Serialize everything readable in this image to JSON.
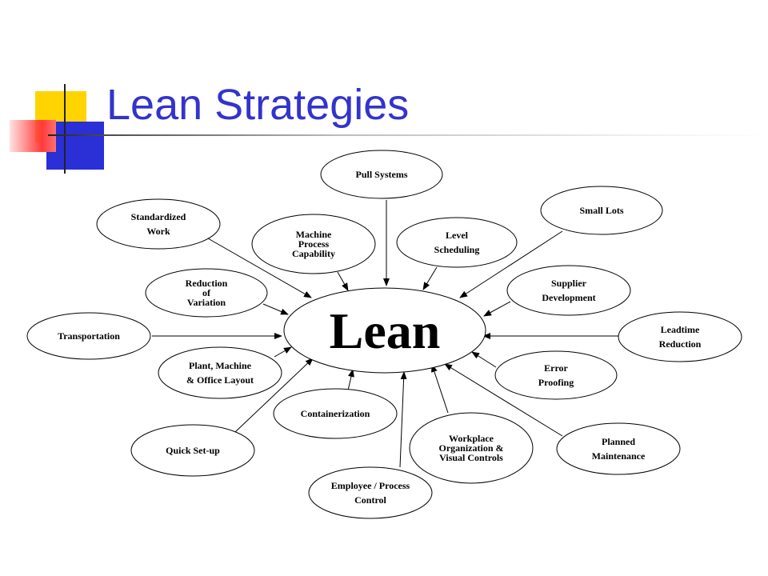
{
  "slide": {
    "title": "Lean Strategies"
  },
  "diagram": {
    "center": "Lean",
    "nodes": [
      {
        "id": "pull-systems",
        "lines": [
          "Pull Systems"
        ]
      },
      {
        "id": "small-lots",
        "lines": [
          "Small Lots"
        ]
      },
      {
        "id": "standardized-work",
        "lines": [
          "Standardized",
          "Work"
        ]
      },
      {
        "id": "machine-process-capability",
        "lines": [
          "Machine",
          "Process",
          "Capability"
        ]
      },
      {
        "id": "level-scheduling",
        "lines": [
          "Level",
          "Scheduling"
        ]
      },
      {
        "id": "supplier-development",
        "lines": [
          "Supplier",
          "Development"
        ]
      },
      {
        "id": "reduction-of-variation",
        "lines": [
          "Reduction",
          "of",
          "Variation"
        ]
      },
      {
        "id": "transportation",
        "lines": [
          "Transportation"
        ]
      },
      {
        "id": "leadtime-reduction",
        "lines": [
          "Leadtime",
          "Reduction"
        ]
      },
      {
        "id": "plant-machine-office-layout",
        "lines": [
          "Plant, Machine",
          "& Office Layout"
        ]
      },
      {
        "id": "error-proofing",
        "lines": [
          "Error",
          "Proofing"
        ]
      },
      {
        "id": "containerization",
        "lines": [
          "Containerization"
        ]
      },
      {
        "id": "workplace-organization",
        "lines": [
          "Workplace",
          "Organization &",
          "Visual Controls"
        ]
      },
      {
        "id": "quick-set-up",
        "lines": [
          "Quick Set-up"
        ]
      },
      {
        "id": "planned-maintenance",
        "lines": [
          "Planned",
          "Maintenance"
        ]
      },
      {
        "id": "employee-process-control",
        "lines": [
          "Employee / Process",
          "Control"
        ]
      }
    ]
  }
}
